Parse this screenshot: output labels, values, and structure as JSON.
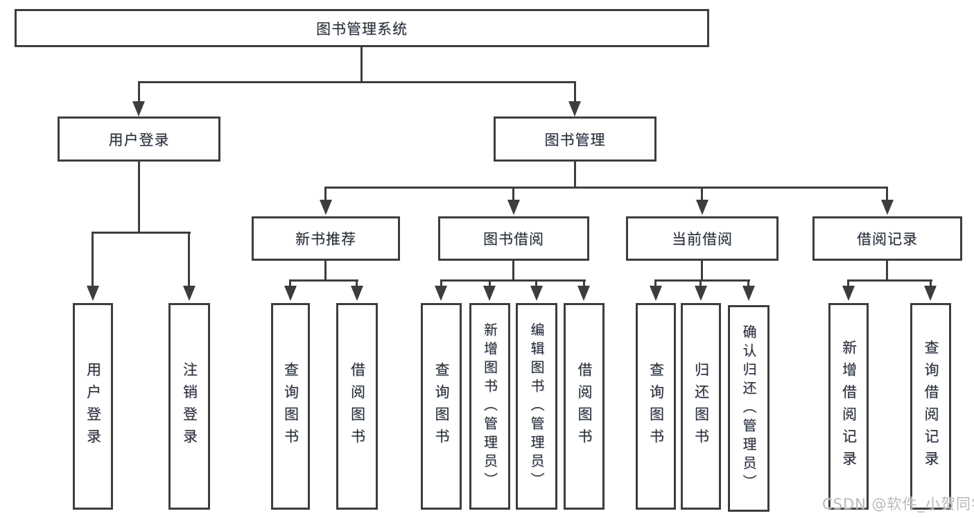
{
  "diagram": {
    "root": {
      "label": "图书管理系统"
    },
    "level2": [
      {
        "label": "用户登录"
      },
      {
        "label": "图书管理"
      }
    ],
    "level3": [
      {
        "label": "新书推荐"
      },
      {
        "label": "图书借阅"
      },
      {
        "label": "当前借阅"
      },
      {
        "label": "借阅记录"
      }
    ],
    "level4": {
      "user": [
        {
          "label": "用户登录"
        },
        {
          "label": "注销登录"
        }
      ],
      "newbook": [
        {
          "label": "查询图书"
        },
        {
          "label": "借阅图书"
        }
      ],
      "borrow": [
        {
          "label": "查询图书"
        },
        {
          "label": "新增图书（管理员）"
        },
        {
          "label": "编辑图书（管理员）"
        },
        {
          "label": "借阅图书"
        }
      ],
      "current": [
        {
          "label": "查询图书"
        },
        {
          "label": "归还图书"
        },
        {
          "label": "确认归还（管理员）"
        }
      ],
      "record": [
        {
          "label": "新增借阅记录"
        },
        {
          "label": "查询借阅记录"
        }
      ]
    }
  },
  "watermark": {
    "text": "CSDN @软件_小贺同学"
  },
  "colors": {
    "line": "#3d3d3d",
    "text": "#2b2b2b",
    "watermark": "#b9b9b9",
    "background": "#ffffff"
  }
}
